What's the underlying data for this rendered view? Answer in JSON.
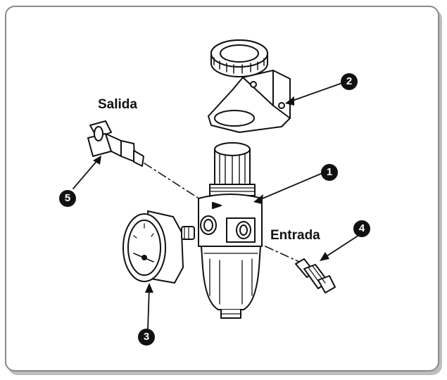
{
  "labels": {
    "outlet": "Salida",
    "inlet": "Entrada"
  },
  "callouts": [
    {
      "id": "c1",
      "number": "1"
    },
    {
      "id": "c2",
      "number": "2"
    },
    {
      "id": "c3",
      "number": "3"
    },
    {
      "id": "c4",
      "number": "4"
    },
    {
      "id": "c5",
      "number": "5"
    }
  ],
  "colors": {
    "ink": "#111111",
    "frame": "#8a8a8a",
    "shadow": "#bdbdbd"
  }
}
